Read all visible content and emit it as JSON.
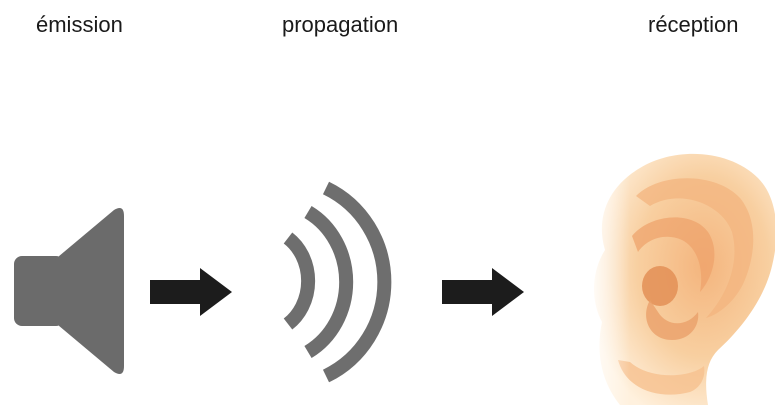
{
  "labels": {
    "emission": "émission",
    "propagation": "propagation",
    "reception": "réception"
  },
  "icons": {
    "source": "speaker-icon",
    "arrow": "arrow-right-icon",
    "waves": "sound-waves-icon",
    "receiver": "ear-icon"
  },
  "colors": {
    "speaker": "#6b6b6b",
    "waves": "#6e6e6e",
    "arrow": "#1c1c1c",
    "ear_light": "#fde4c4",
    "ear_mid": "#f6c08e",
    "ear_dark": "#e8955a"
  }
}
